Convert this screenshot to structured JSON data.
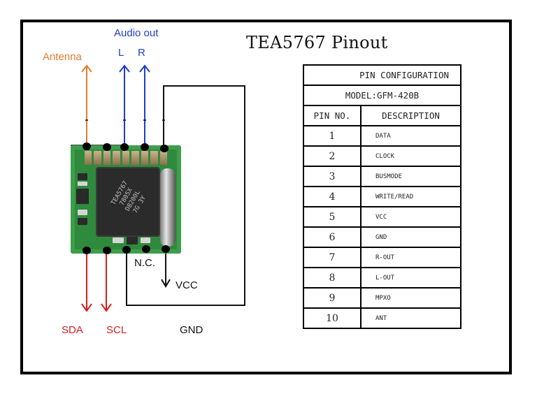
{
  "title": "TEA5767 Pinout",
  "labels": {
    "antenna": "Antenna",
    "audio_out": "Audio out",
    "left": "L",
    "right": "R",
    "nc": "N.C.",
    "vcc": "VCC",
    "sda": "SDA",
    "scl": "SCL",
    "gnd": "GND"
  },
  "chip_marking": [
    "TEA5767",
    "7805X",
    "D8200L",
    "7G 3Y"
  ],
  "colors": {
    "antenna": "#e07b2e",
    "audio": "#1f3fc4",
    "i2c": "#d81e1e",
    "power": "#111111",
    "pcb": "#2f8a3d"
  },
  "table": {
    "title": "PIN CONFIGURATION",
    "model": "MODEL:GFM-420B",
    "headers": [
      "PIN NO.",
      "DESCRIPTION"
    ],
    "rows": [
      {
        "pin": "1",
        "desc": "DATA"
      },
      {
        "pin": "2",
        "desc": "CLOCK"
      },
      {
        "pin": "3",
        "desc": "BUSMODE"
      },
      {
        "pin": "4",
        "desc": "WRITE/READ"
      },
      {
        "pin": "5",
        "desc": "VCC"
      },
      {
        "pin": "6",
        "desc": "GND"
      },
      {
        "pin": "7",
        "desc": "R-OUT"
      },
      {
        "pin": "8",
        "desc": "L-OUT"
      },
      {
        "pin": "9",
        "desc": "MPXO"
      },
      {
        "pin": "10",
        "desc": "ANT"
      }
    ]
  }
}
